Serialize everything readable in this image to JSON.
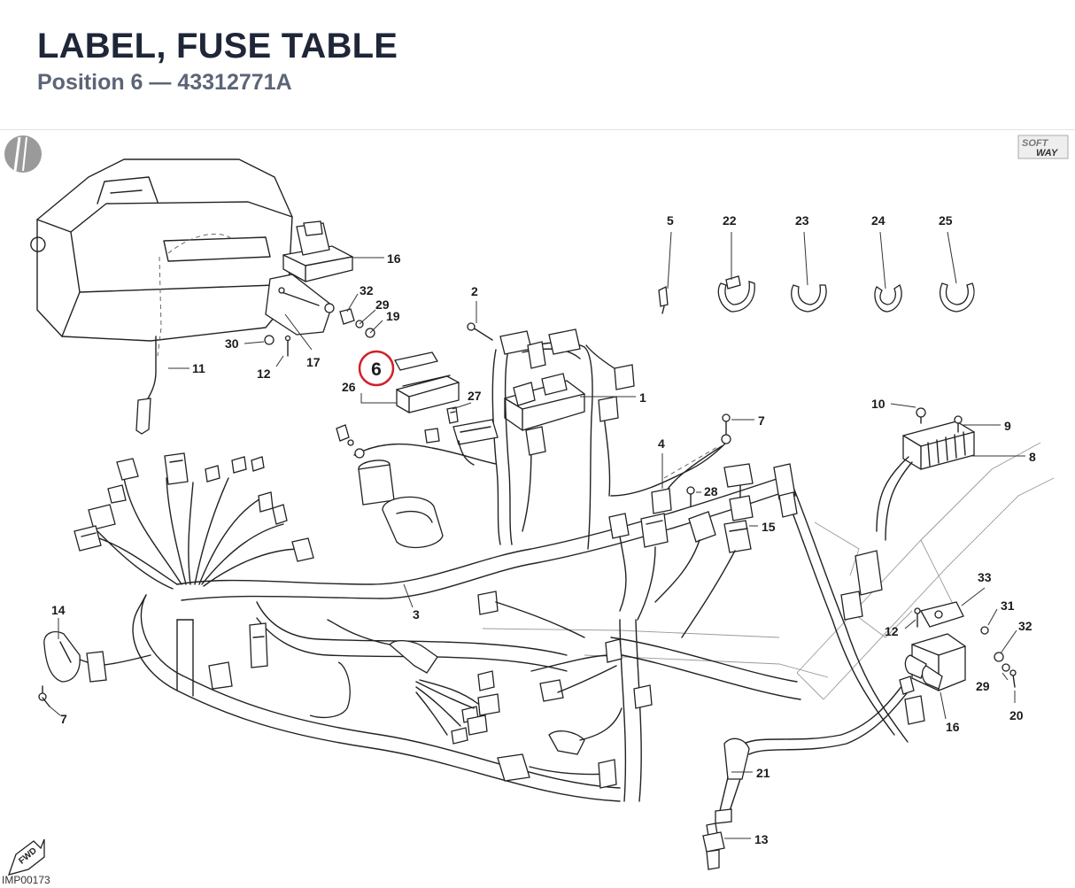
{
  "header": {
    "title": "LABEL, FUSE TABLE",
    "subtitle": "Position 6 — 43312771A"
  },
  "diagram": {
    "highlight_label": "6",
    "highlight_color": "#d0202a",
    "logo_top": "SOFT",
    "logo_bottom": "WAY",
    "image_code": "IMP00173",
    "fwd_label": "FWD",
    "parts": {
      "p1": "1",
      "p2": "2",
      "p3": "3",
      "p4": "4",
      "p5": "5",
      "p7a": "7",
      "p7b": "7",
      "p8": "8",
      "p9": "9",
      "p10": "10",
      "p11": "11",
      "p12a": "12",
      "p12b": "12",
      "p13": "13",
      "p14": "14",
      "p15": "15",
      "p16a": "16",
      "p16b": "16",
      "p17": "17",
      "p19": "19",
      "p20": "20",
      "p21": "21",
      "p22": "22",
      "p23": "23",
      "p24": "24",
      "p25": "25",
      "p26": "26",
      "p27": "27",
      "p28": "28",
      "p29a": "29",
      "p29b": "29",
      "p30": "30",
      "p31": "31",
      "p32a": "32",
      "p32b": "32",
      "p33": "33"
    }
  }
}
